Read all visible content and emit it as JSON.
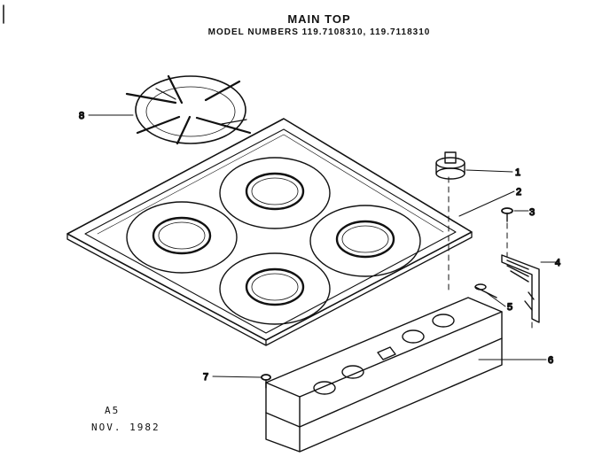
{
  "title": "MAIN TOP",
  "subtitle": "MODEL NUMBERS 119.7108310, 119.7118310",
  "footer": {
    "code": "A5",
    "date": "NOV. 1982"
  },
  "callouts": [
    "1",
    "2",
    "3",
    "4",
    "5",
    "6",
    "7",
    "8"
  ],
  "colors": {
    "ink": "#111111",
    "paper": "#ffffff"
  }
}
